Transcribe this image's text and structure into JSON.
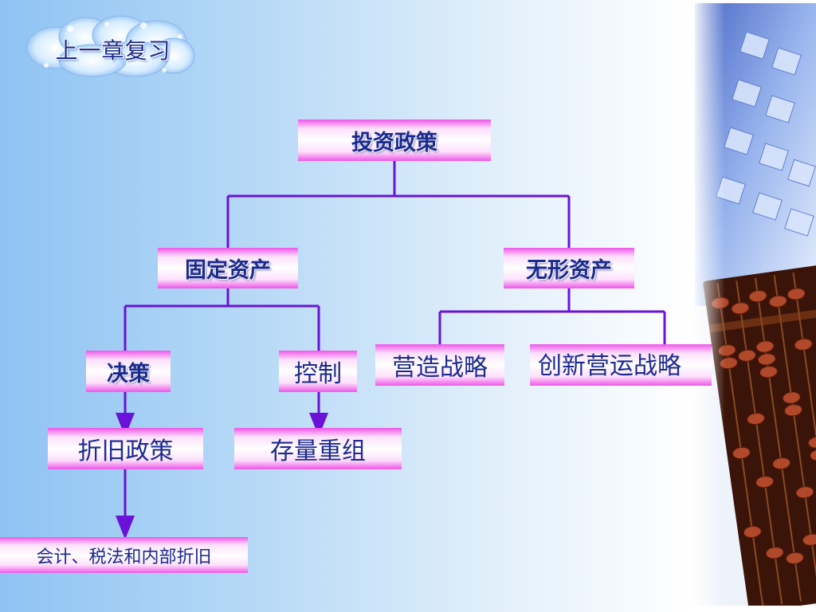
{
  "header": {
    "title": "上一章复习"
  },
  "diagram": {
    "root": "投资政策",
    "fixed_assets": "固定资产",
    "intangible_assets": "无形资产",
    "decision": "决策",
    "control": "控制",
    "build_strategy": "营造战略",
    "innovation_strategy": "创新营运战略",
    "depreciation_policy": "折旧政策",
    "stock_restructuring": "存量重组",
    "accounting_tax": "会计、税法和内部折旧"
  },
  "colors": {
    "connector": "#6a12d8",
    "node_edge": "#ee56e8",
    "text": "#1a2a8e"
  }
}
